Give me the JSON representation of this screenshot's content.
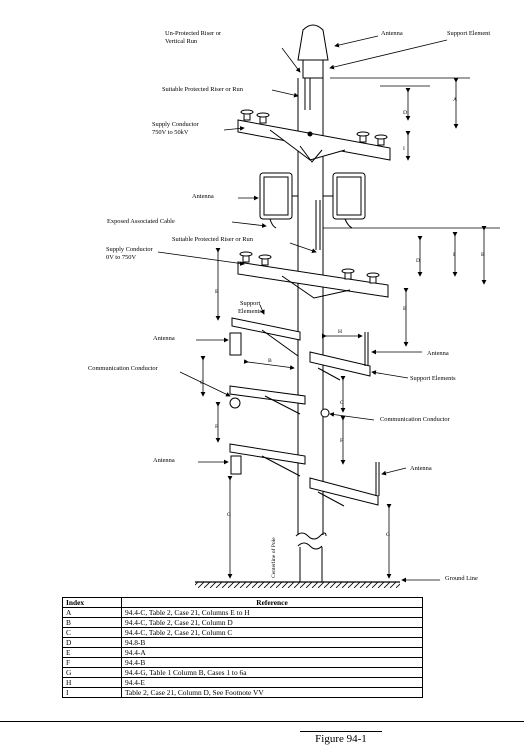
{
  "labels": {
    "unprotected_riser": [
      "Un-Protected Riser or",
      "Vertical Run"
    ],
    "antenna_top": "Antenna",
    "support_element_top": "Support Element",
    "suitable_protected_riser_top": "Suitable Protected Riser or Run",
    "supply_conductor_high": [
      "Supply Conductor",
      "750V to 50kV"
    ],
    "antenna_mid": "Antenna",
    "exposed_cable": "Exposed Associated Cable",
    "suitable_protected_riser_mid": "Suitable Protected Riser or Run",
    "supply_conductor_low": [
      "Supply Conductor",
      "0V to 750V"
    ],
    "support_elements_left": [
      "Support",
      "Elements"
    ],
    "antenna_left_1": "Antenna",
    "antenna_right_1": "Antenna",
    "communication_conductor_left": "Communication Conductor",
    "support_elements_right": "Support Elements",
    "communication_conductor_right": "Communication Conductor",
    "antenna_left_2": "Antenna",
    "antenna_right_2": "Antenna",
    "centerline_pole": "Centerline of Pole",
    "ground_line": "Ground Line"
  },
  "dimensions": {
    "A": "A",
    "B": "B",
    "C": "C",
    "D": "D",
    "E": "E",
    "F": "F",
    "G": "G",
    "H": "H",
    "I": "I"
  },
  "table": {
    "headers": [
      "Index",
      "Reference"
    ],
    "rows": [
      [
        "A",
        "94.4-C, Table 2, Case 21, Columns E to H"
      ],
      [
        "B",
        "94.4-C, Table 2, Case 21, Column D"
      ],
      [
        "C",
        "94.4-C, Table 2, Case 21, Column C"
      ],
      [
        "D",
        "94.8-B"
      ],
      [
        "E",
        "94.4-A"
      ],
      [
        "F",
        "94.4-B"
      ],
      [
        "G",
        "94.4-G, Table 1 Column B, Cases 1 to 6a"
      ],
      [
        "H",
        "94.4-E"
      ],
      [
        "I",
        "Table 2, Case 21, Column D, See Footnote VV"
      ]
    ]
  },
  "figure_caption": "Figure 94-1"
}
